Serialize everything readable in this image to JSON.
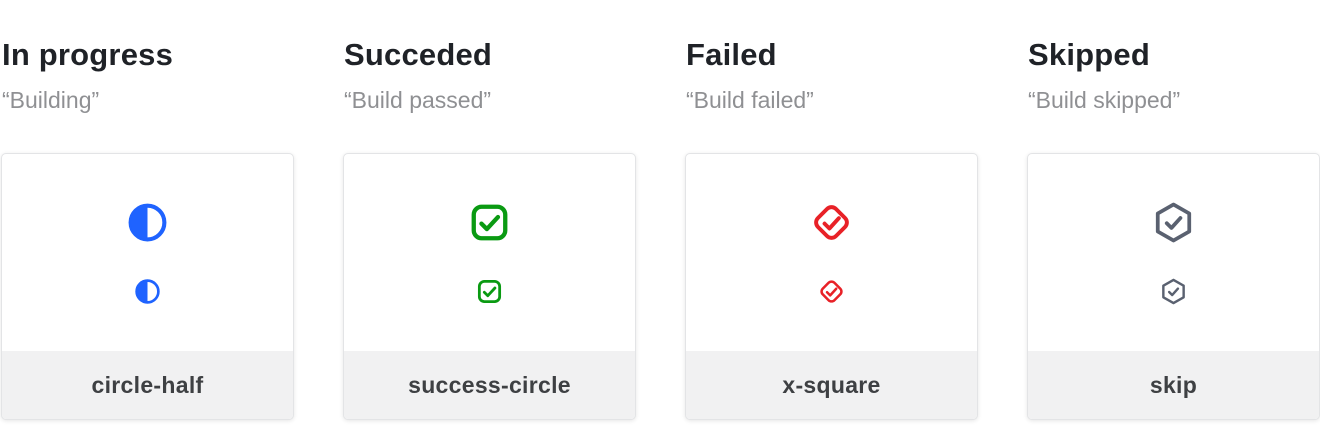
{
  "colors": {
    "heading": "#1f2227",
    "subtitle": "#8f9093",
    "card_border": "#e3e4e6",
    "footer_bg": "#f1f1f2",
    "footer_text": "#3e4043",
    "background": "#ffffff"
  },
  "columns": [
    {
      "title": "In progress",
      "subtitle": "“Building”",
      "icon": "circle-half-icon",
      "label": "circle-half",
      "accent": "#1f63ff"
    },
    {
      "title": "Succeded",
      "subtitle": "“Build passed”",
      "icon": "check-square-icon",
      "label": "success-circle",
      "accent": "#0a9a12"
    },
    {
      "title": "Failed",
      "subtitle": "“Build failed”",
      "icon": "check-diamond-icon",
      "label": "x-square",
      "accent": "#e82127"
    },
    {
      "title": "Skipped",
      "subtitle": "“Build skipped”",
      "icon": "check-hexagon-icon",
      "label": "skip",
      "accent": "#5a6170"
    }
  ]
}
